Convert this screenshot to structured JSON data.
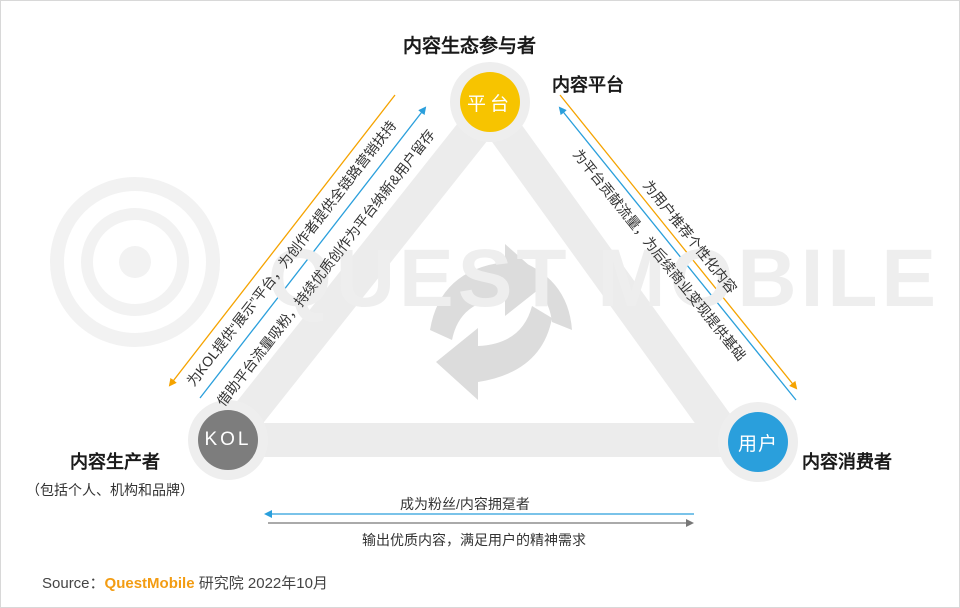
{
  "title": "内容生态参与者",
  "watermark": "QUEST MOBILE",
  "nodes": {
    "platform": {
      "circle_text": "平台",
      "label": "内容平台",
      "color": "#f7c400"
    },
    "kol": {
      "circle_text": "KOL",
      "label": "内容生产者",
      "sublabel": "（包括个人、机构和品牌）",
      "color": "#7d7d7d"
    },
    "user": {
      "circle_text": "用户",
      "label": "内容消费者",
      "color": "#2a9fdc"
    }
  },
  "flows": {
    "left_outer": "为KOL提供“展示”平台，为创作者提供全链路营销扶持",
    "left_inner": "借助平台流量吸粉，持续优质创作为平台纳新&用户留存",
    "right_outer": "为用户推荐个性化内容",
    "right_inner": "为平台贡献流量，为后续商业变现提供基础",
    "bottom_top": "成为粉丝/内容拥趸者",
    "bottom_bottom": "输出优质内容，满足用户的精神需求"
  },
  "colors": {
    "orange_arrow": "#f5a300",
    "blue_arrow": "#2a9fdc",
    "gray_arrow": "#777777"
  },
  "source": {
    "prefix": "Source：",
    "brand": "QuestMobile",
    "suffix": " 研究院 2022年10月"
  }
}
